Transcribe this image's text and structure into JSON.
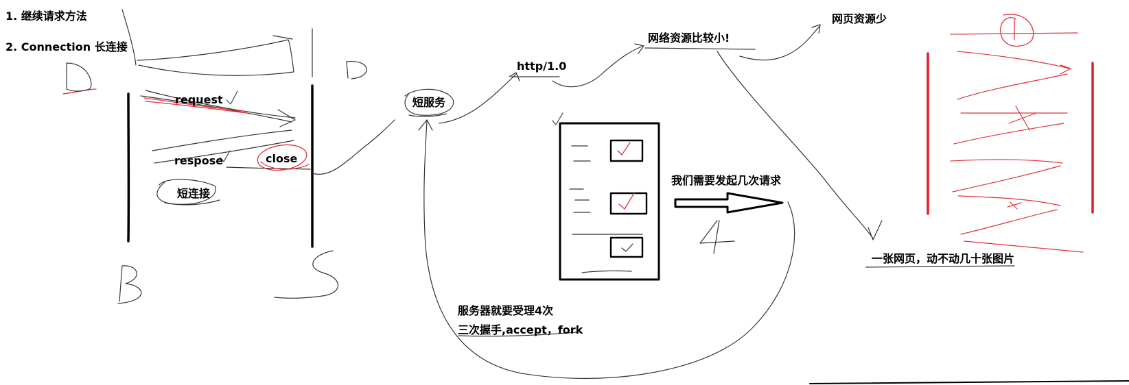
{
  "colors": {
    "ink": "#000000",
    "pen": "#3a3a3a",
    "red_pen": "#e0303a",
    "thick_red": "#e21d2a"
  },
  "notes": {
    "item1": "1. 继续请求方法",
    "item2": "2. Connection 长连接"
  },
  "sequence": {
    "request": "request",
    "respose": "respose",
    "close": "close",
    "short_connection": "短连接"
  },
  "flow": {
    "short_service": "短服务",
    "http_version": "http/1.0",
    "few_network_resources": "网络资源比较小!",
    "few_page_resources": "网页资源少",
    "page_images": "一张网页，动不动几十张图片",
    "how_many_requests": "我们需要发起几次请求",
    "server_accepts": "服务器就要受理4次",
    "handshake_accept_fork": "三次握手,accept，fork"
  },
  "handwriting": {
    "letter_b": "B",
    "letter_s": "S",
    "letter_d1": "D",
    "letter_d2": "D",
    "digit_4": "4"
  }
}
